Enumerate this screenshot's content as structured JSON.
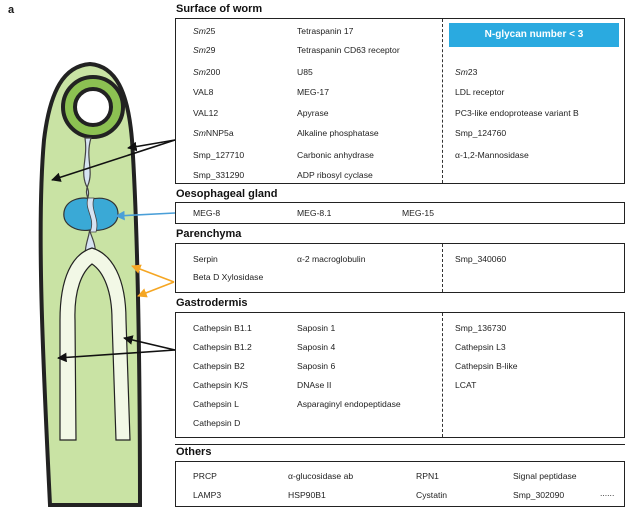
{
  "panel_label": "a",
  "badge": "N-glycan number < 3",
  "sections": {
    "surface": {
      "title": "Surface of worm",
      "col1": [
        {
          "pre": "Sm",
          "rest": "25"
        },
        {
          "pre": "Sm",
          "rest": "29"
        },
        {
          "pre": "Sm",
          "rest": "200"
        },
        {
          "pre": "",
          "rest": "VAL8"
        },
        {
          "pre": "",
          "rest": "VAL12"
        },
        {
          "pre": "Sm",
          "rest": "NNP5a"
        },
        {
          "pre": "",
          "rest": "Smp_127710"
        },
        {
          "pre": "",
          "rest": "Smp_331290"
        }
      ],
      "col2": [
        "Tetraspanin 17",
        "Tetraspanin CD63 receptor",
        "U85",
        "MEG-17",
        "Apyrase",
        "Alkaline phosphatase",
        "Carbonic anhydrase",
        "ADP ribosyl cyclase"
      ],
      "col3": [
        {
          "pre": "Sm",
          "rest": "23"
        },
        {
          "pre": "",
          "rest": "LDL receptor"
        },
        {
          "pre": "",
          "rest": "PC3-like endoprotease variant B"
        },
        {
          "pre": "",
          "rest": "Smp_124760"
        },
        {
          "pre": "",
          "rest": "α-1,2-Mannosidase"
        }
      ]
    },
    "oesophageal": {
      "title": "Oesophageal gland",
      "items": [
        "MEG-8",
        "MEG-8.1",
        "MEG-15"
      ]
    },
    "parenchyma": {
      "title": "Parenchyma",
      "col1": [
        "Serpin",
        "Beta D Xylosidase"
      ],
      "col2": [
        "α-2 macroglobulin"
      ],
      "col3": [
        "Smp_340060"
      ]
    },
    "gastrodermis": {
      "title": "Gastrodermis",
      "col1": [
        "Cathepsin B1.1",
        "Cathepsin B1.2",
        "Cathepsin B2",
        "Cathepsin K/S",
        "Cathepsin L",
        "Cathepsin D"
      ],
      "col2": [
        "Saposin 1",
        "Saposin 4",
        "Saposin 6",
        "DNAse II",
        "Asparaginyl endopeptidase"
      ],
      "col3": [
        "Smp_136730",
        "Cathepsin L3",
        "Cathepsin B-like",
        "LCAT"
      ]
    },
    "others": {
      "title": "Others",
      "row1": [
        "PRCP",
        "α-glucosidase ab",
        "RPN1",
        "Signal peptidase"
      ],
      "row2": [
        "LAMP3",
        "HSP90B1",
        "Cystatin",
        "Smp_302090",
        "......"
      ]
    }
  },
  "colors": {
    "worm_fill": "#c9e3a4",
    "oral_sucker": "#8cc152",
    "gland": "#3aa9d6",
    "gut_fill": "#f2f8e6",
    "lumen": "#d6e3f2",
    "arrow_black": "#111111",
    "arrow_blue": "#4a9fd8",
    "arrow_orange": "#f5a623",
    "badge": "#2aaae0"
  }
}
